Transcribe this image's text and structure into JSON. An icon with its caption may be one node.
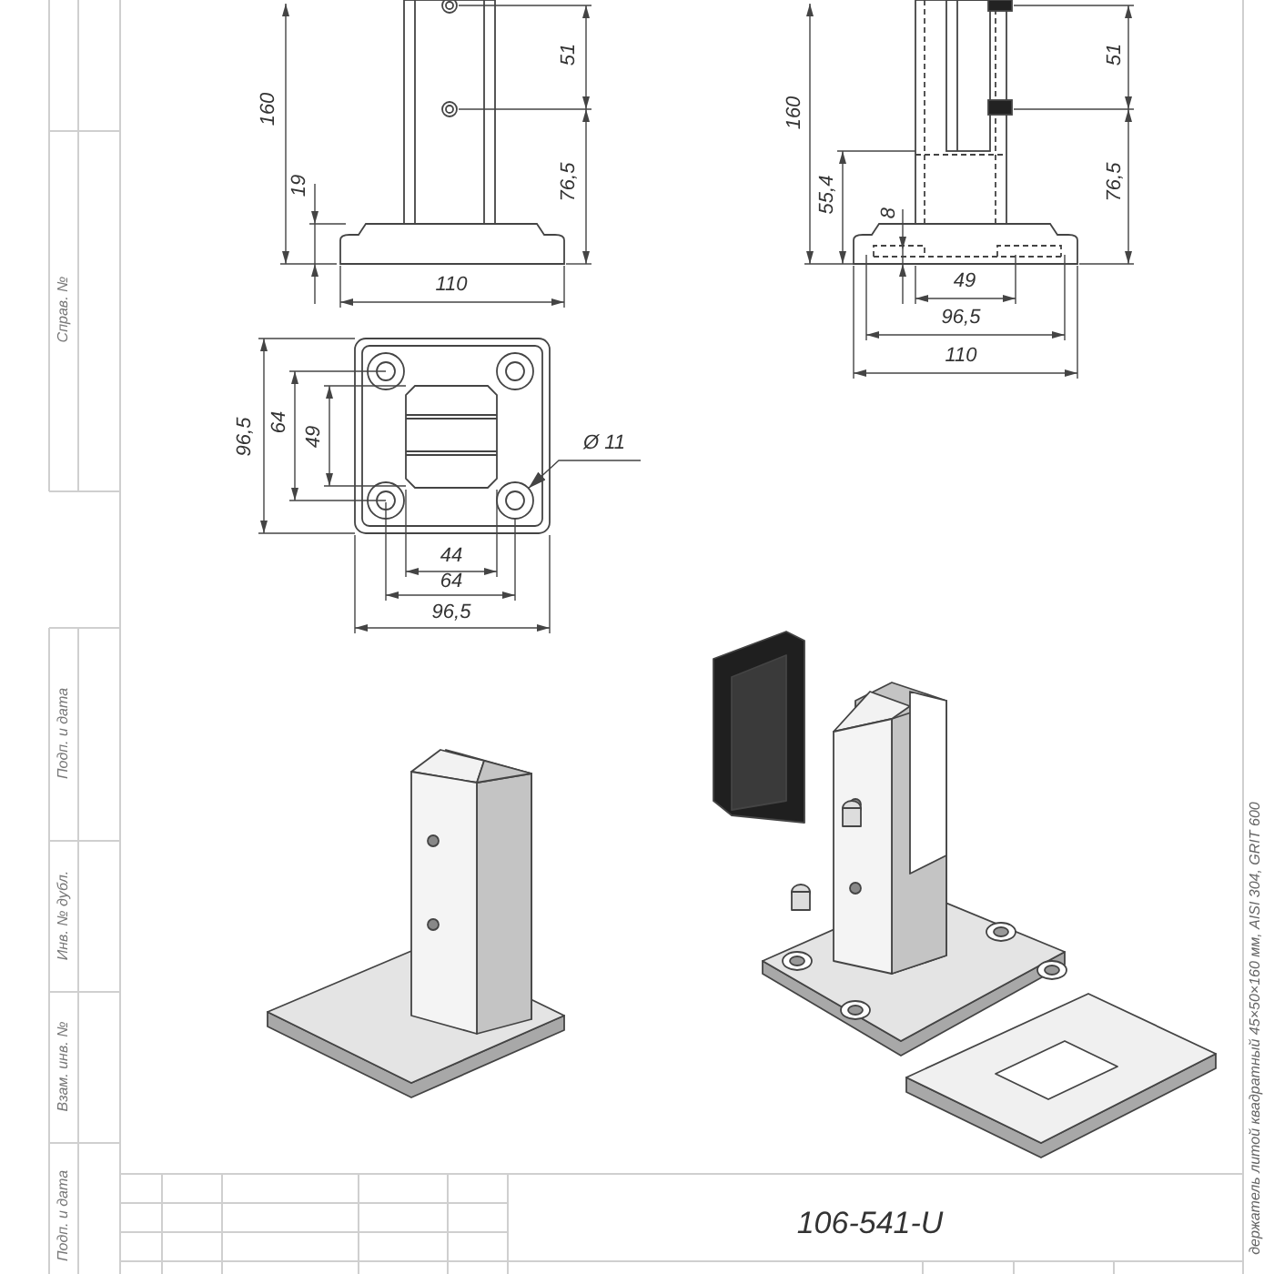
{
  "diagram": {
    "nodes": [
      {
        "text": [
          "Ø 11"
        ]
      },
      {
        "text": [],
        "shape": "circle"
      }
    ],
    "edges": [
      {
        "from": 0,
        "to": 1,
        "arrow": "to"
      }
    ],
    "labels": [
      "51",
      "160",
      "76,5",
      "19",
      "110",
      "160",
      "51",
      "55,4",
      "8",
      "76,5",
      "49",
      "96,5",
      "110",
      "96,5",
      "64",
      "49",
      "44",
      "64",
      "96,5",
      "Справ. №",
      "Подп. и дата",
      "Инв. № дубл.",
      "Взам. инв. №",
      "Подп. и дата",
      "106-541-U",
      "держатель литой квадратный 45×50×160 мм, AISI 304, GRIT 600"
    ]
  }
}
